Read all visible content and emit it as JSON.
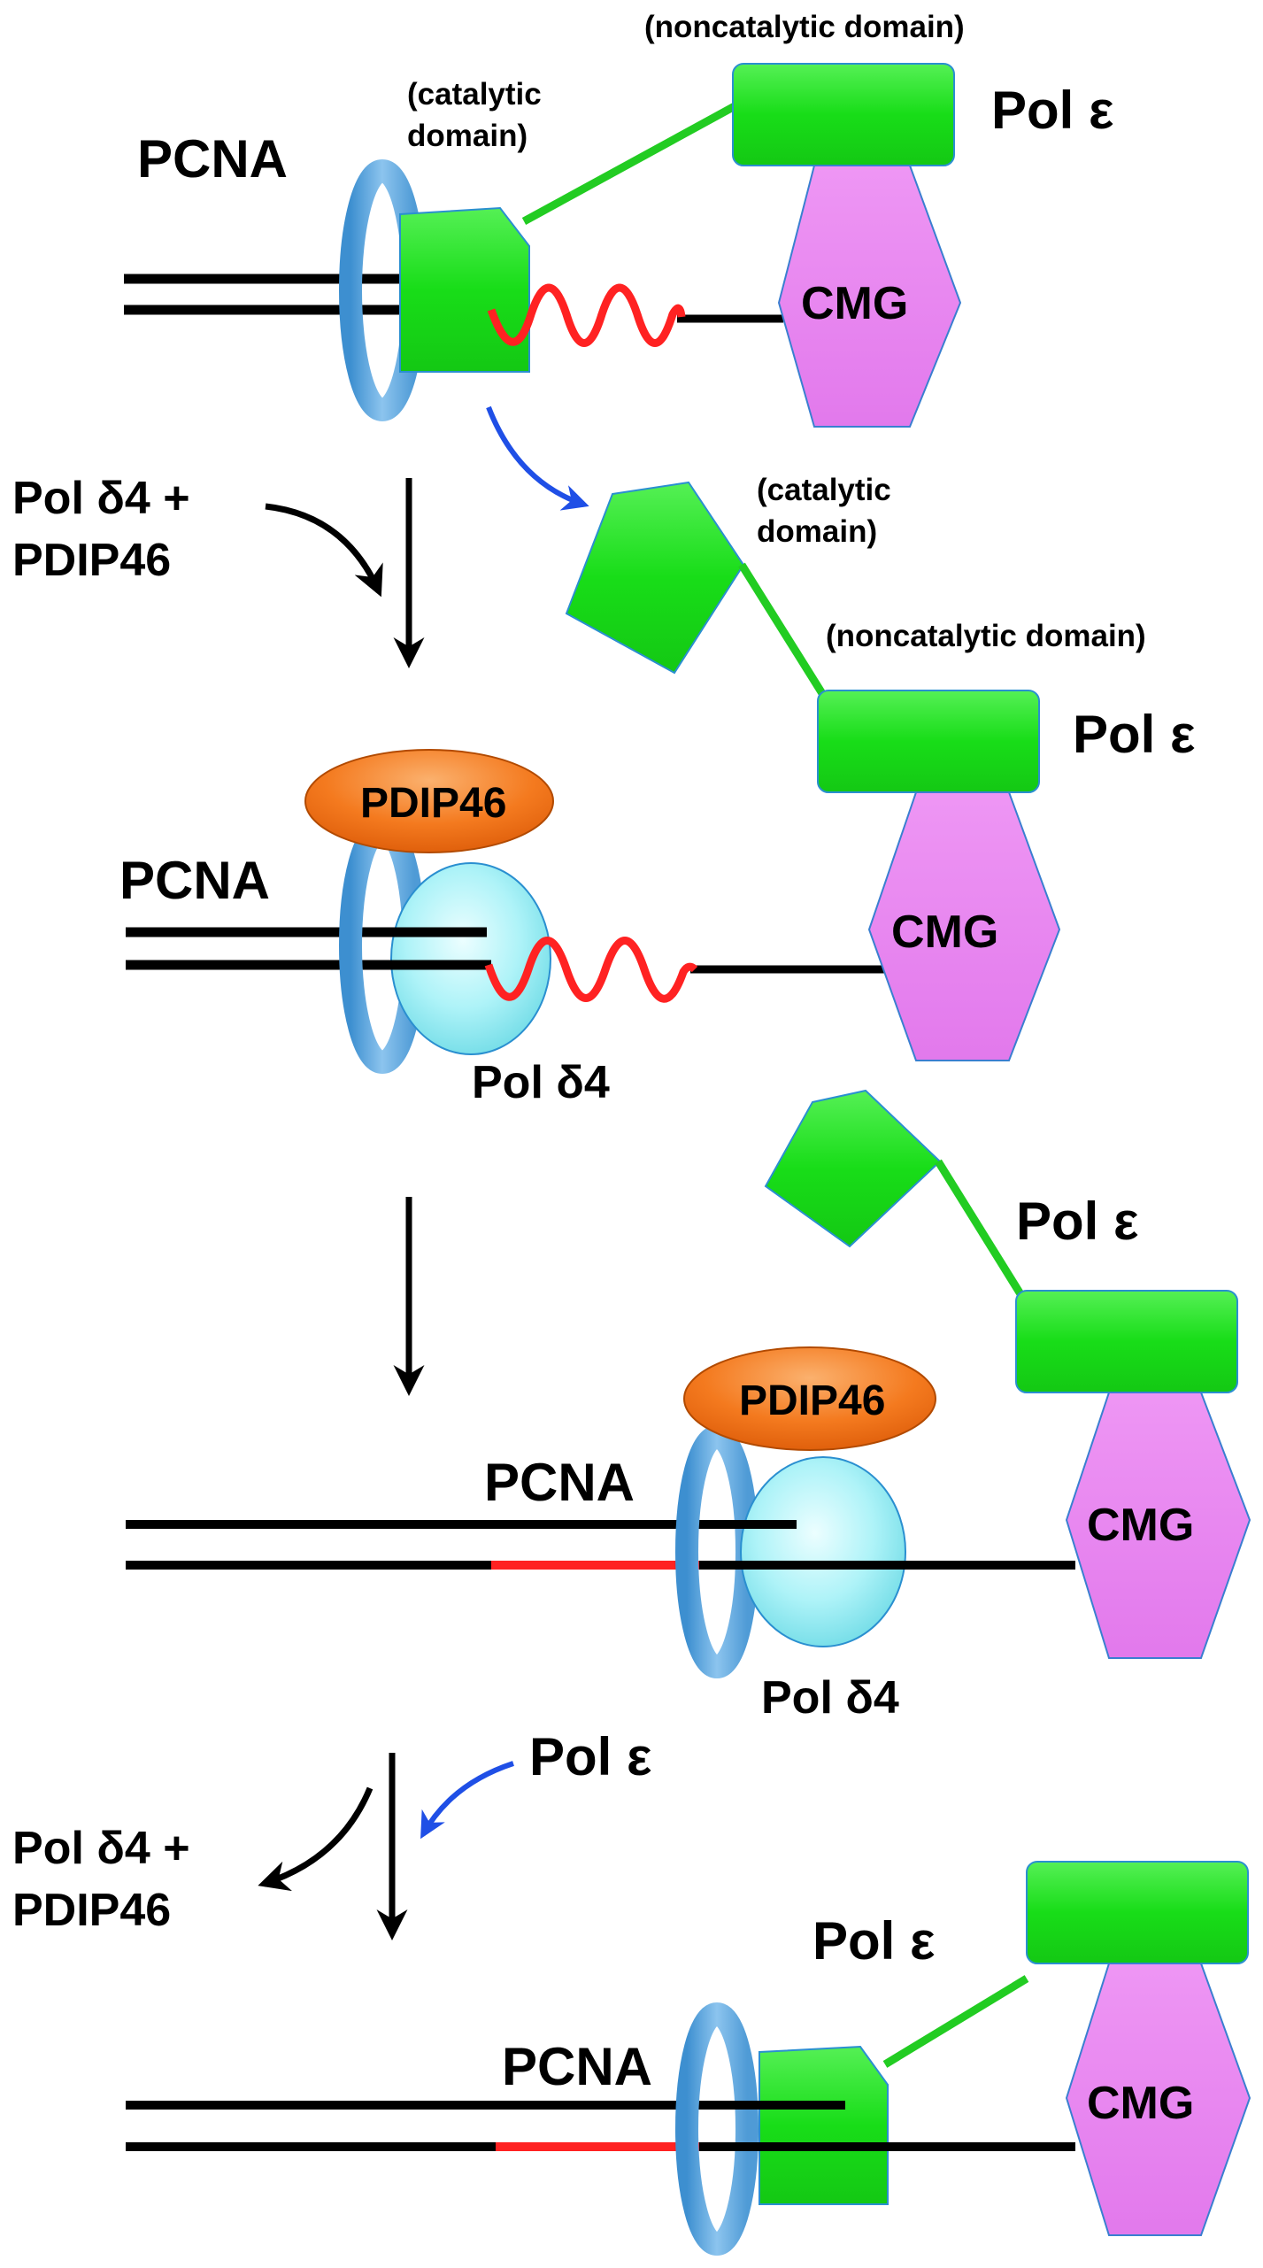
{
  "colors": {
    "pol_epsilon": "#22dd22",
    "pol_epsilon_stroke": "#2a8fd0",
    "cmg": "#e987f0",
    "cmg_stroke": "#3a7fd0",
    "pcna": "#6eaee0",
    "pdip46": "#f07a1e",
    "pol_delta": "#a8f2f7",
    "dna": "#000000",
    "rna_primer": "#ff2222",
    "arrow_black": "#000000",
    "arrow_blue": "#1f4fe6",
    "linker": "#22cc22"
  },
  "labels": {
    "pcna": "PCNA",
    "pol_epsilon": "Pol ε",
    "cmg": "CMG",
    "pdip46": "PDIP46",
    "pol_delta4": "Pol δ4",
    "catalytic_l1": "(catalytic",
    "catalytic_l2": "domain)",
    "noncatalytic": "(noncatalytic domain)",
    "reagent_l1": "Pol δ4 +",
    "reagent_l2": "PDIP46"
  },
  "icons": [
    "pcna-ring-icon",
    "cmg-hexagon-icon",
    "pol-epsilon-catalytic-icon",
    "pol-epsilon-noncatalytic-icon",
    "pdip46-ellipse-icon",
    "pol-delta4-ellipse-icon"
  ]
}
